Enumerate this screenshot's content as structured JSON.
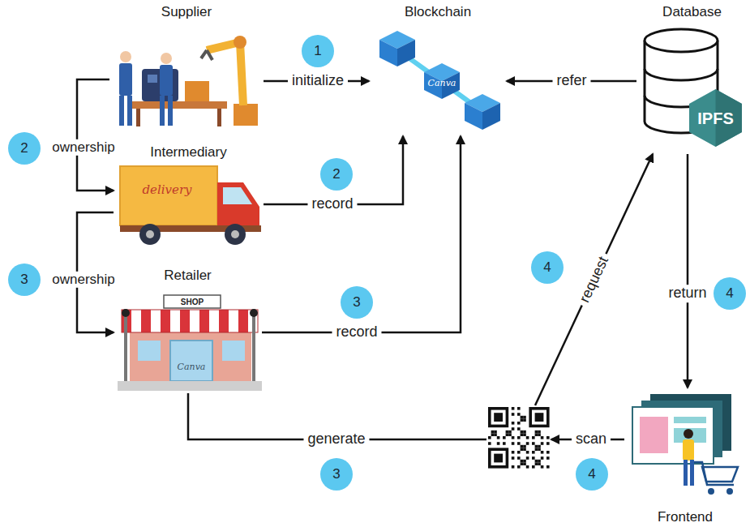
{
  "diagram": {
    "nodes": [
      {
        "text": [
          "Supplier"
        ]
      },
      {
        "text": [
          "Blockchain"
        ]
      },
      {
        "text": [
          "Database"
        ]
      },
      {
        "text": [
          "IPFS"
        ],
        "in": 2
      },
      {
        "text": [
          "Intermediary"
        ]
      },
      {
        "text": [
          "Retailer"
        ]
      },
      {
        "text": []
      },
      {
        "text": [
          "Frontend"
        ]
      }
    ],
    "edges": [
      {
        "from": 0,
        "to": 1,
        "label": "initialize",
        "arrow": "to"
      },
      {
        "from": 2,
        "to": 1,
        "label": "refer",
        "arrow": "to"
      },
      {
        "from": 0,
        "to": 4,
        "label": "ownership",
        "arrow": "to"
      },
      {
        "from": 4,
        "to": 5,
        "label": "ownership",
        "arrow": "to"
      },
      {
        "from": 4,
        "to": 1,
        "label": "record",
        "arrow": "to"
      },
      {
        "from": 5,
        "to": 1,
        "label": "record",
        "arrow": "to"
      },
      {
        "from": 5,
        "to": 6,
        "label": "generate",
        "arrow": "none"
      },
      {
        "from": 7,
        "to": 6,
        "label": "scan",
        "arrow": "to"
      },
      {
        "from": 6,
        "to": 2,
        "label": "request",
        "arrow": "to"
      },
      {
        "from": 2,
        "to": 7,
        "label": "return",
        "arrow": "to"
      }
    ],
    "labels": [
      "1",
      "2",
      "2",
      "3",
      "3",
      "3",
      "4",
      "4",
      "4",
      "Canva",
      "delivery",
      "SHOP",
      "Canva"
    ]
  }
}
